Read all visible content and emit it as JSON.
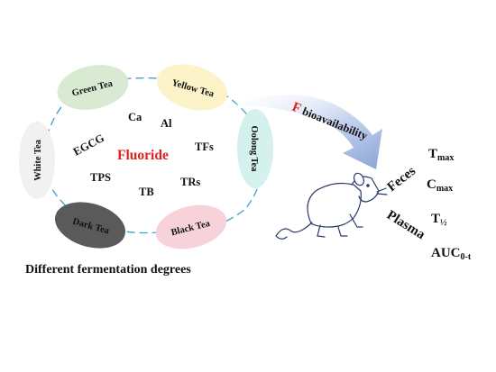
{
  "teas": {
    "green": {
      "label": "Green Tea",
      "color": "#d9ead3"
    },
    "yellow": {
      "label": "Yellow Tea",
      "color": "#fdf3c8"
    },
    "oolong": {
      "label": "Oolong Tea",
      "color": "#d5f1ee"
    },
    "black": {
      "label": "Black Tea",
      "color": "#f7d3d9"
    },
    "dark": {
      "label": "Dark Tea",
      "color": "#5a5a5a"
    },
    "white": {
      "label": "White Tea",
      "color": "#f1f1f1"
    }
  },
  "components": {
    "ca": "Ca",
    "al": "Al",
    "egcg": "EGCG",
    "fluoride": "Fluoride",
    "tfs": "TFs",
    "tps": "TPS",
    "tb": "TB",
    "trs": "TRs"
  },
  "arrow": {
    "f_letter": "F",
    "bioavailability": " bioavailability",
    "color": "#8aa4d6"
  },
  "matrices": {
    "feces": "Feces",
    "plasma": "Plasma"
  },
  "parameters": {
    "tmax_main": "T",
    "tmax_sub": "max",
    "cmax_main": "C",
    "cmax_sub": "max",
    "thalf_main": "T",
    "thalf_sub": "½",
    "auc_main": "AUC",
    "auc_sub": "0-t"
  },
  "caption": "Different fermentation degrees",
  "colors": {
    "ring": "#3aa0d0",
    "fluoride": "#e02020",
    "mouse_line": "#2a3a6a"
  }
}
